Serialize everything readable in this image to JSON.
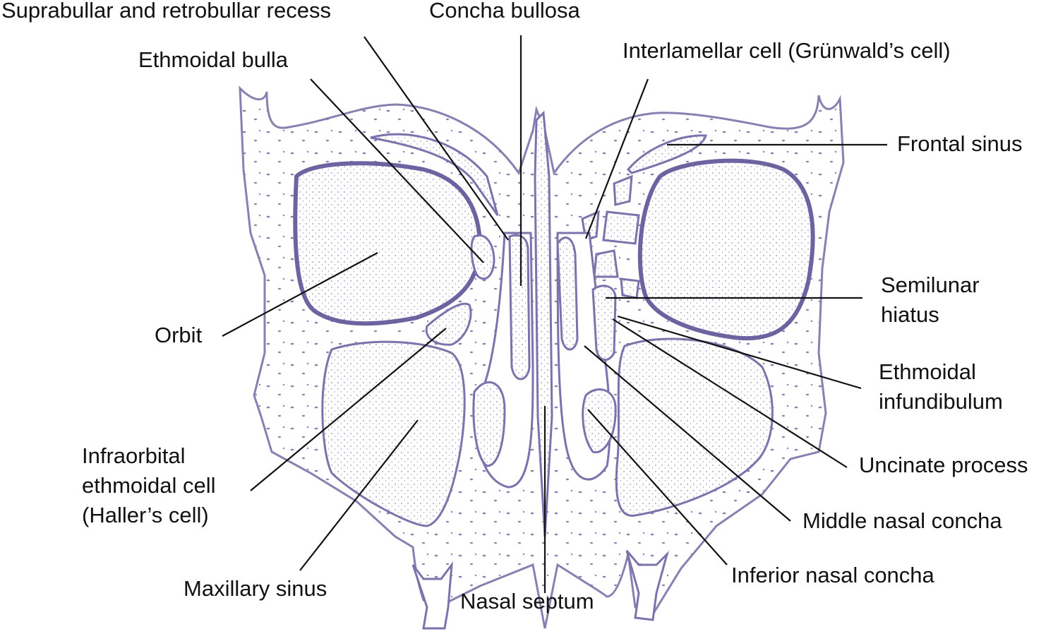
{
  "colors": {
    "outline": "#8a7fb0",
    "fill_dark": "#6f62a0",
    "stipple": "#9b90c2",
    "leader": "#111111"
  },
  "labels": {
    "suprabullar_recess": "Suprabullar and retrobullar recess",
    "concha_bullosa": "Concha bullosa",
    "ethmoidal_bulla": "Ethmoidal bulla",
    "interlamellar_cell": "Interlamellar cell (Grünwald’s cell)",
    "frontal_sinus": "Frontal sinus",
    "semilunar_hiatus": "Semilunar\nhiatus",
    "orbit": "Orbit",
    "ethmoidal_infundibulum": "Ethmoidal\ninfundibulum",
    "uncinate_process": "Uncinate process",
    "infraorbital_cell": "Infraorbital\nethmoidal cell\n(Haller’s cell)",
    "middle_nasal_concha": "Middle nasal concha",
    "maxillary_sinus": "Maxillary sinus",
    "nasal_septum": "Nasal septum",
    "inferior_nasal_concha": "Inferior nasal concha"
  }
}
